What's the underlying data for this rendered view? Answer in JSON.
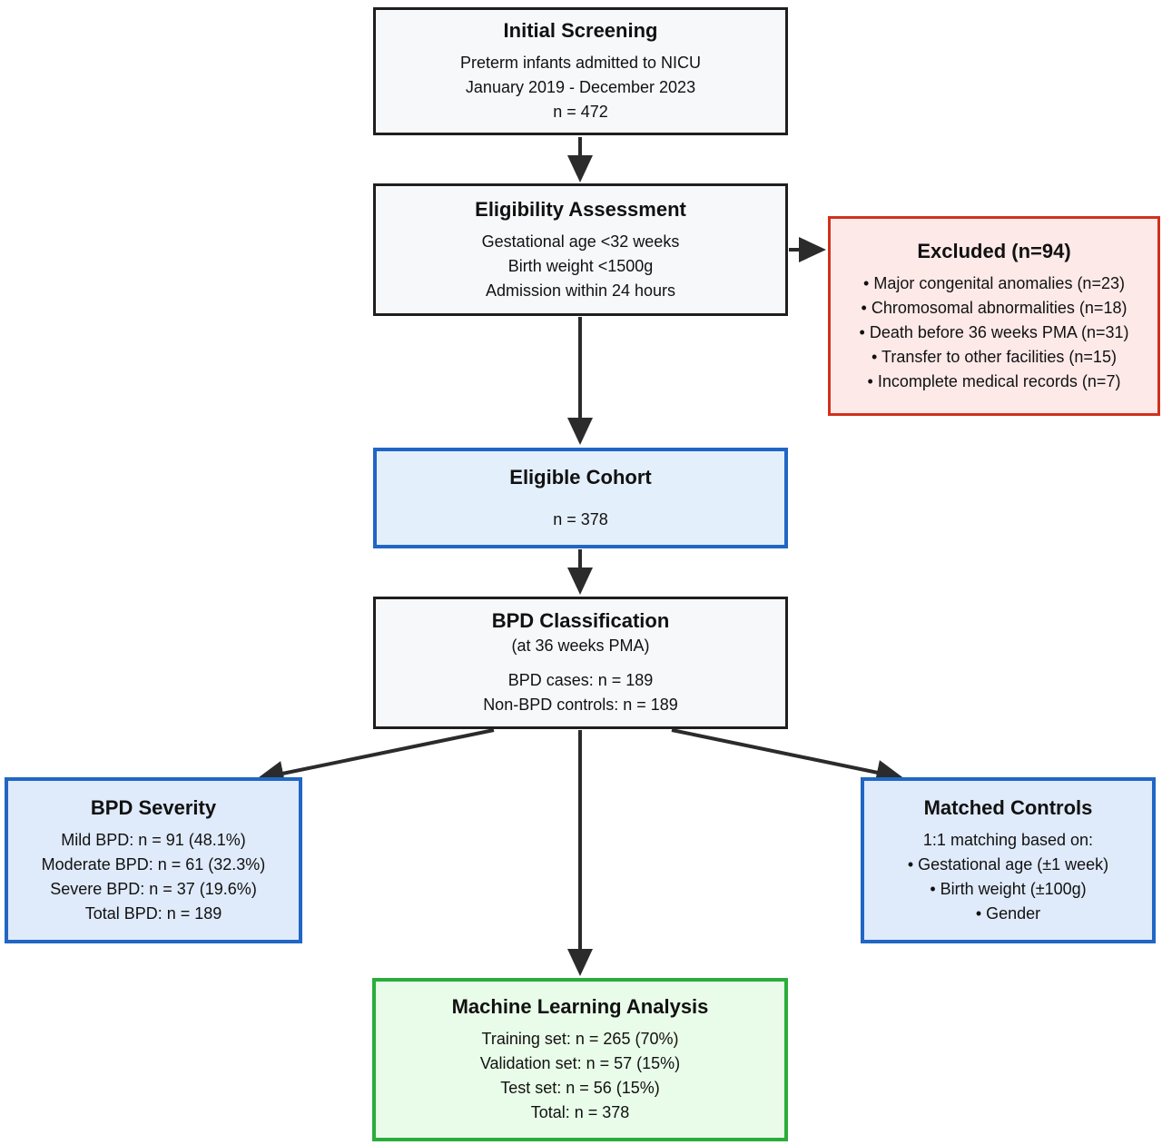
{
  "diagram": {
    "initial_screening": {
      "title": "Initial Screening",
      "lines": [
        "Preterm infants admitted to NICU",
        "January 2019 - December 2023",
        "n = 472"
      ]
    },
    "eligibility": {
      "title": "Eligibility Assessment",
      "lines": [
        "Gestational age <32 weeks",
        "Birth weight <1500g",
        "Admission within 24 hours"
      ]
    },
    "excluded": {
      "title": "Excluded (n=94)",
      "lines": [
        "• Major congenital anomalies (n=23)",
        "• Chromosomal abnormalities (n=18)",
        "• Death before 36 weeks PMA (n=31)",
        "• Transfer to other facilities (n=15)",
        "• Incomplete medical records (n=7)"
      ]
    },
    "eligible_cohort": {
      "title": "Eligible Cohort",
      "lines": [
        "n = 378"
      ]
    },
    "bpd_classification": {
      "title": "BPD Classification",
      "subtitle": "(at 36 weeks PMA)",
      "lines": [
        "BPD cases: n = 189",
        "Non-BPD controls: n = 189"
      ]
    },
    "bpd_severity": {
      "title": "BPD Severity",
      "lines": [
        "Mild BPD: n = 91 (48.1%)",
        "Moderate BPD: n = 61 (32.3%)",
        "Severe BPD: n = 37 (19.6%)",
        "Total BPD: n = 189"
      ]
    },
    "matched_controls": {
      "title": "Matched Controls",
      "lines": [
        "1:1 matching based on:",
        "• Gestational age (±1 week)",
        "• Birth weight (±100g)",
        "• Gender"
      ]
    },
    "ml_analysis": {
      "title": "Machine Learning Analysis",
      "lines": [
        "Training set: n = 265 (70%)",
        "Validation set: n = 57 (15%)",
        "Test set: n = 56 (15%)",
        "Total: n = 378"
      ]
    }
  },
  "colors": {
    "text": "#111111",
    "arrow": "#2b2b2b",
    "box-border-dark": "#1f1f1f",
    "box-bg-neutral": "#f7f8fa",
    "blue-border": "#2166c4",
    "blue-bg": "#dfeafa",
    "blue-bg-light": "#e4effc",
    "red-border": "#d2301c",
    "red-bg": "#fce9e8",
    "green-border": "#2aad3c",
    "green-bg": "#e9fce9"
  }
}
